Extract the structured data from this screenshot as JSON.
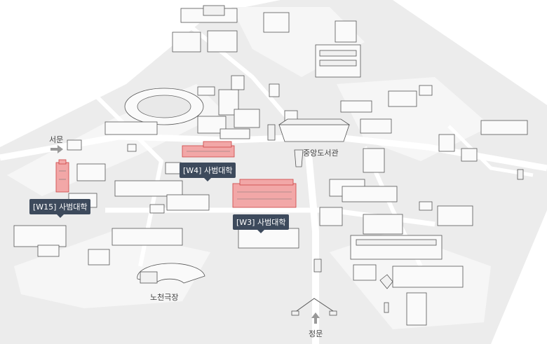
{
  "map": {
    "labels": {
      "west_gate": "서문",
      "main_gate": "정문",
      "central_library": "중앙도서관",
      "open_theater": "노천극장"
    },
    "tags": {
      "w4": "[W4] 사범대학",
      "w15": "[W15] 사범대학",
      "w3": "[W3] 사범대학"
    },
    "colors": {
      "road": "#ececec",
      "ground": "#ffffff",
      "highlight": "#f2a7a7",
      "tag_bg": "#3d4a5c"
    }
  }
}
